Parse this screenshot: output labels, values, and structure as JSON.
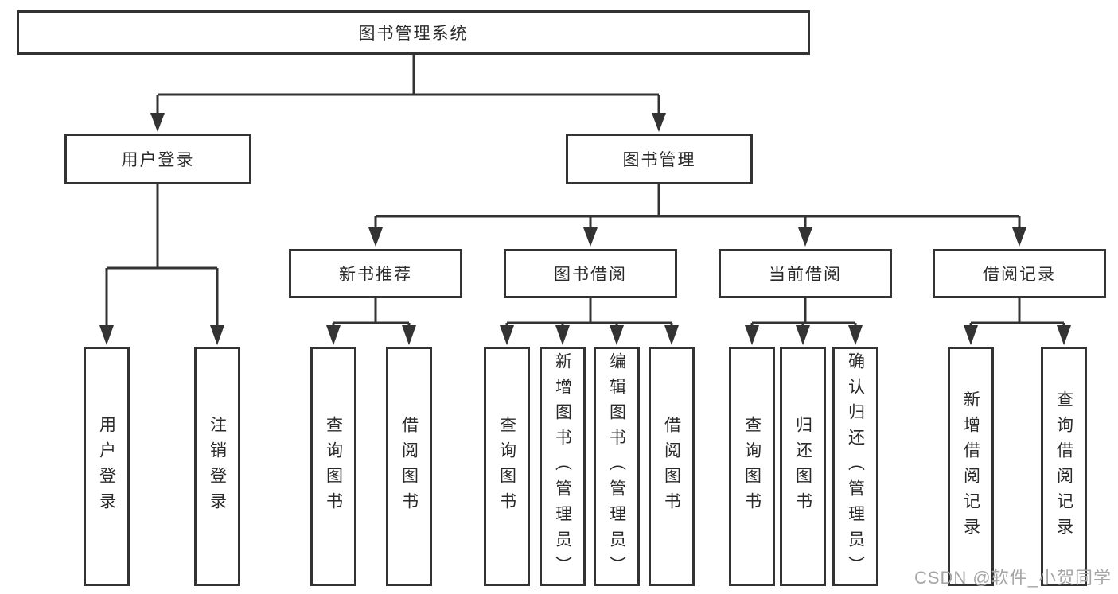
{
  "colors": {
    "background": "#ffffff",
    "box_border": "#333333",
    "box_fill": "#ffffff",
    "line": "#333333",
    "text": "#2a2a2a",
    "watermark": "#a6a6a6"
  },
  "tree": {
    "label": "图书管理系统",
    "children": [
      {
        "label": "用户登录",
        "children": [
          {
            "label": "用户登录"
          },
          {
            "label": "注销登录"
          }
        ]
      },
      {
        "label": "图书管理",
        "children": [
          {
            "label": "新书推荐",
            "children": [
              {
                "label": "查询图书"
              },
              {
                "label": "借阅图书"
              }
            ]
          },
          {
            "label": "图书借阅",
            "children": [
              {
                "label": "查询图书"
              },
              {
                "label": "新增图书（管理员）"
              },
              {
                "label": "编辑图书（管理员）"
              },
              {
                "label": "借阅图书"
              }
            ]
          },
          {
            "label": "当前借阅",
            "children": [
              {
                "label": "查询图书"
              },
              {
                "label": "归还图书"
              },
              {
                "label": "确认归还（管理员）"
              }
            ]
          },
          {
            "label": "借阅记录",
            "children": [
              {
                "label": "新增借阅记录"
              },
              {
                "label": "查询借阅记录"
              }
            ]
          }
        ]
      }
    ]
  },
  "watermark": {
    "text": "CSDN @软件_小贺同学"
  }
}
